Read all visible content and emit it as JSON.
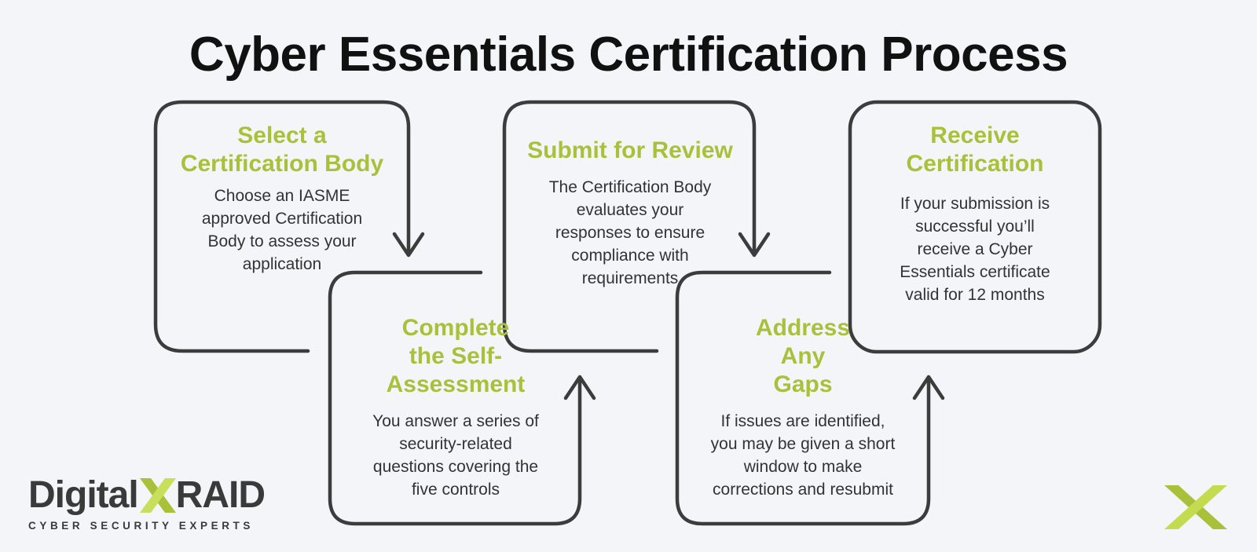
{
  "title": "Cyber Essentials Certification Process",
  "steps": [
    {
      "title_lines": [
        "Select a",
        "Certification Body"
      ],
      "desc_lines": [
        "Choose an IASME",
        "approved Certification",
        "Body to assess your",
        "application"
      ]
    },
    {
      "title_lines": [
        "Complete",
        "the Self-",
        "Assessment"
      ],
      "desc_lines": [
        "You answer a series of",
        "security-related",
        "questions covering the",
        "five controls"
      ]
    },
    {
      "title_lines": [
        "Submit for Review"
      ],
      "desc_lines": [
        "The Certification Body",
        "evaluates your",
        "responses to ensure",
        "compliance with",
        "requirements"
      ]
    },
    {
      "title_lines": [
        "Address",
        "Any",
        "Gaps"
      ],
      "desc_lines": [
        "If issues are identified,",
        "you may be given a short",
        "window to make",
        "corrections and resubmit"
      ]
    },
    {
      "title_lines": [
        "Receive",
        "Certification"
      ],
      "desc_lines": [
        "If your submission is",
        "successful you’ll",
        "receive a Cyber",
        "Essentials certificate",
        "valid for 12 months"
      ]
    }
  ],
  "logo": {
    "word_left": "Digital",
    "word_right": "RAID",
    "tagline": "CYBER SECURITY EXPERTS"
  },
  "colors": {
    "accent": "#a7c23a",
    "line": "#3c3c3c",
    "text": "#333333",
    "background": "#f3f5f8"
  }
}
